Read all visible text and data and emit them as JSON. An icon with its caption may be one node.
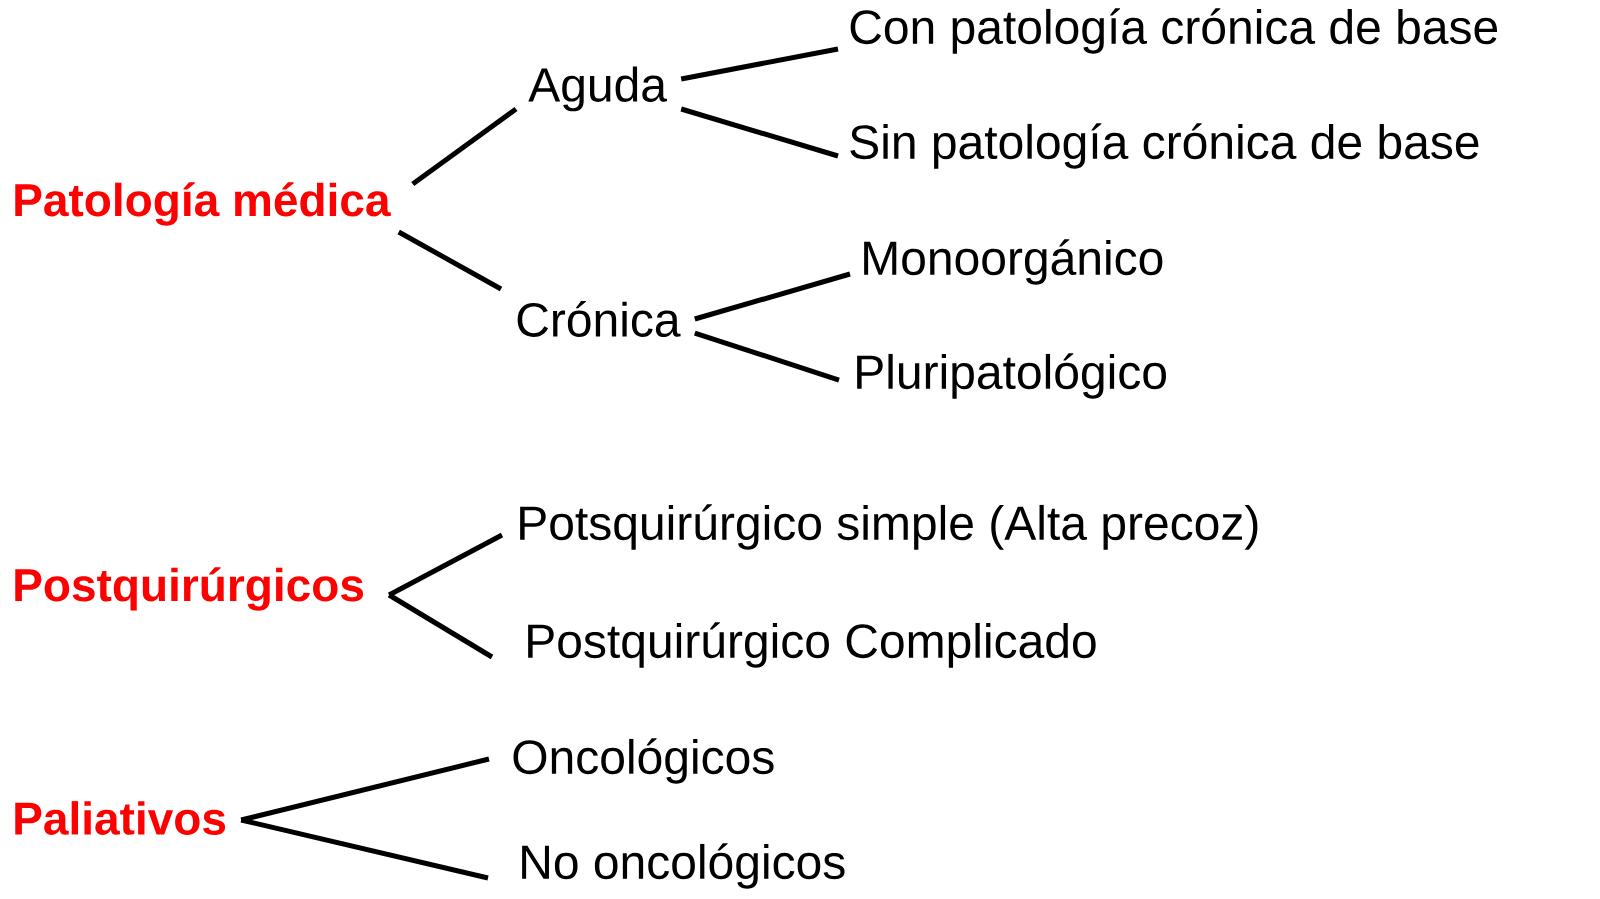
{
  "diagram": {
    "nodes": [
      {
        "text": [
          "Patología médica"
        ]
      },
      {
        "text": [
          "Aguda"
        ]
      },
      {
        "text": [
          "Crónica"
        ]
      },
      {
        "text": [
          "Con patología crónica de base"
        ]
      },
      {
        "text": [
          "Sin patología crónica de base"
        ]
      },
      {
        "text": [
          "Monoorgánico"
        ]
      },
      {
        "text": [
          "Pluripatológico"
        ]
      },
      {
        "text": [
          "Postquirúrgicos"
        ]
      },
      {
        "text": [
          "Potsquirúrgico simple (Alta precoz)"
        ]
      },
      {
        "text": [
          "Postquirúrgico Complicado"
        ]
      },
      {
        "text": [
          "Paliativos"
        ]
      },
      {
        "text": [
          "Oncológicos"
        ]
      },
      {
        "text": [
          "No oncológicos"
        ]
      }
    ],
    "edges": [
      {
        "from": 0,
        "to": 1,
        "arrow": "none"
      },
      {
        "from": 0,
        "to": 2,
        "arrow": "none"
      },
      {
        "from": 1,
        "to": 3,
        "arrow": "none"
      },
      {
        "from": 1,
        "to": 4,
        "arrow": "none"
      },
      {
        "from": 2,
        "to": 5,
        "arrow": "none"
      },
      {
        "from": 2,
        "to": 6,
        "arrow": "none"
      },
      {
        "from": 7,
        "to": 8,
        "arrow": "none"
      },
      {
        "from": 7,
        "to": 9,
        "arrow": "none"
      },
      {
        "from": 10,
        "to": 11,
        "arrow": "none"
      },
      {
        "from": 10,
        "to": 12,
        "arrow": "none"
      }
    ]
  }
}
